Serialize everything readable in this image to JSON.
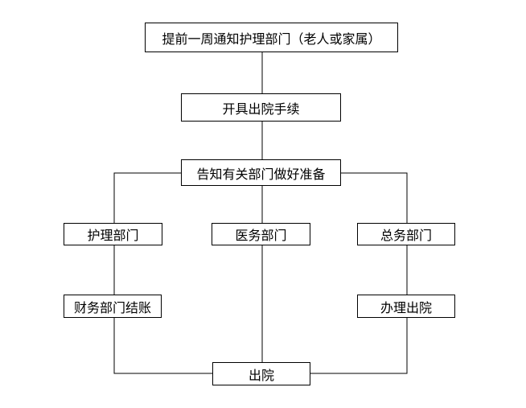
{
  "flowchart": {
    "nodes": {
      "notify": "提前一周通知护理部门（老人或家属）",
      "issue_procedures": "开具出院手续",
      "inform_departments": "告知有关部门做好准备",
      "nursing_dept": "护理部门",
      "medical_dept": "医务部门",
      "general_affairs_dept": "总务部门",
      "finance_checkout": "财务部门结账",
      "handle_discharge": "办理出院",
      "discharge": "出院"
    },
    "line_color": "#000000"
  }
}
